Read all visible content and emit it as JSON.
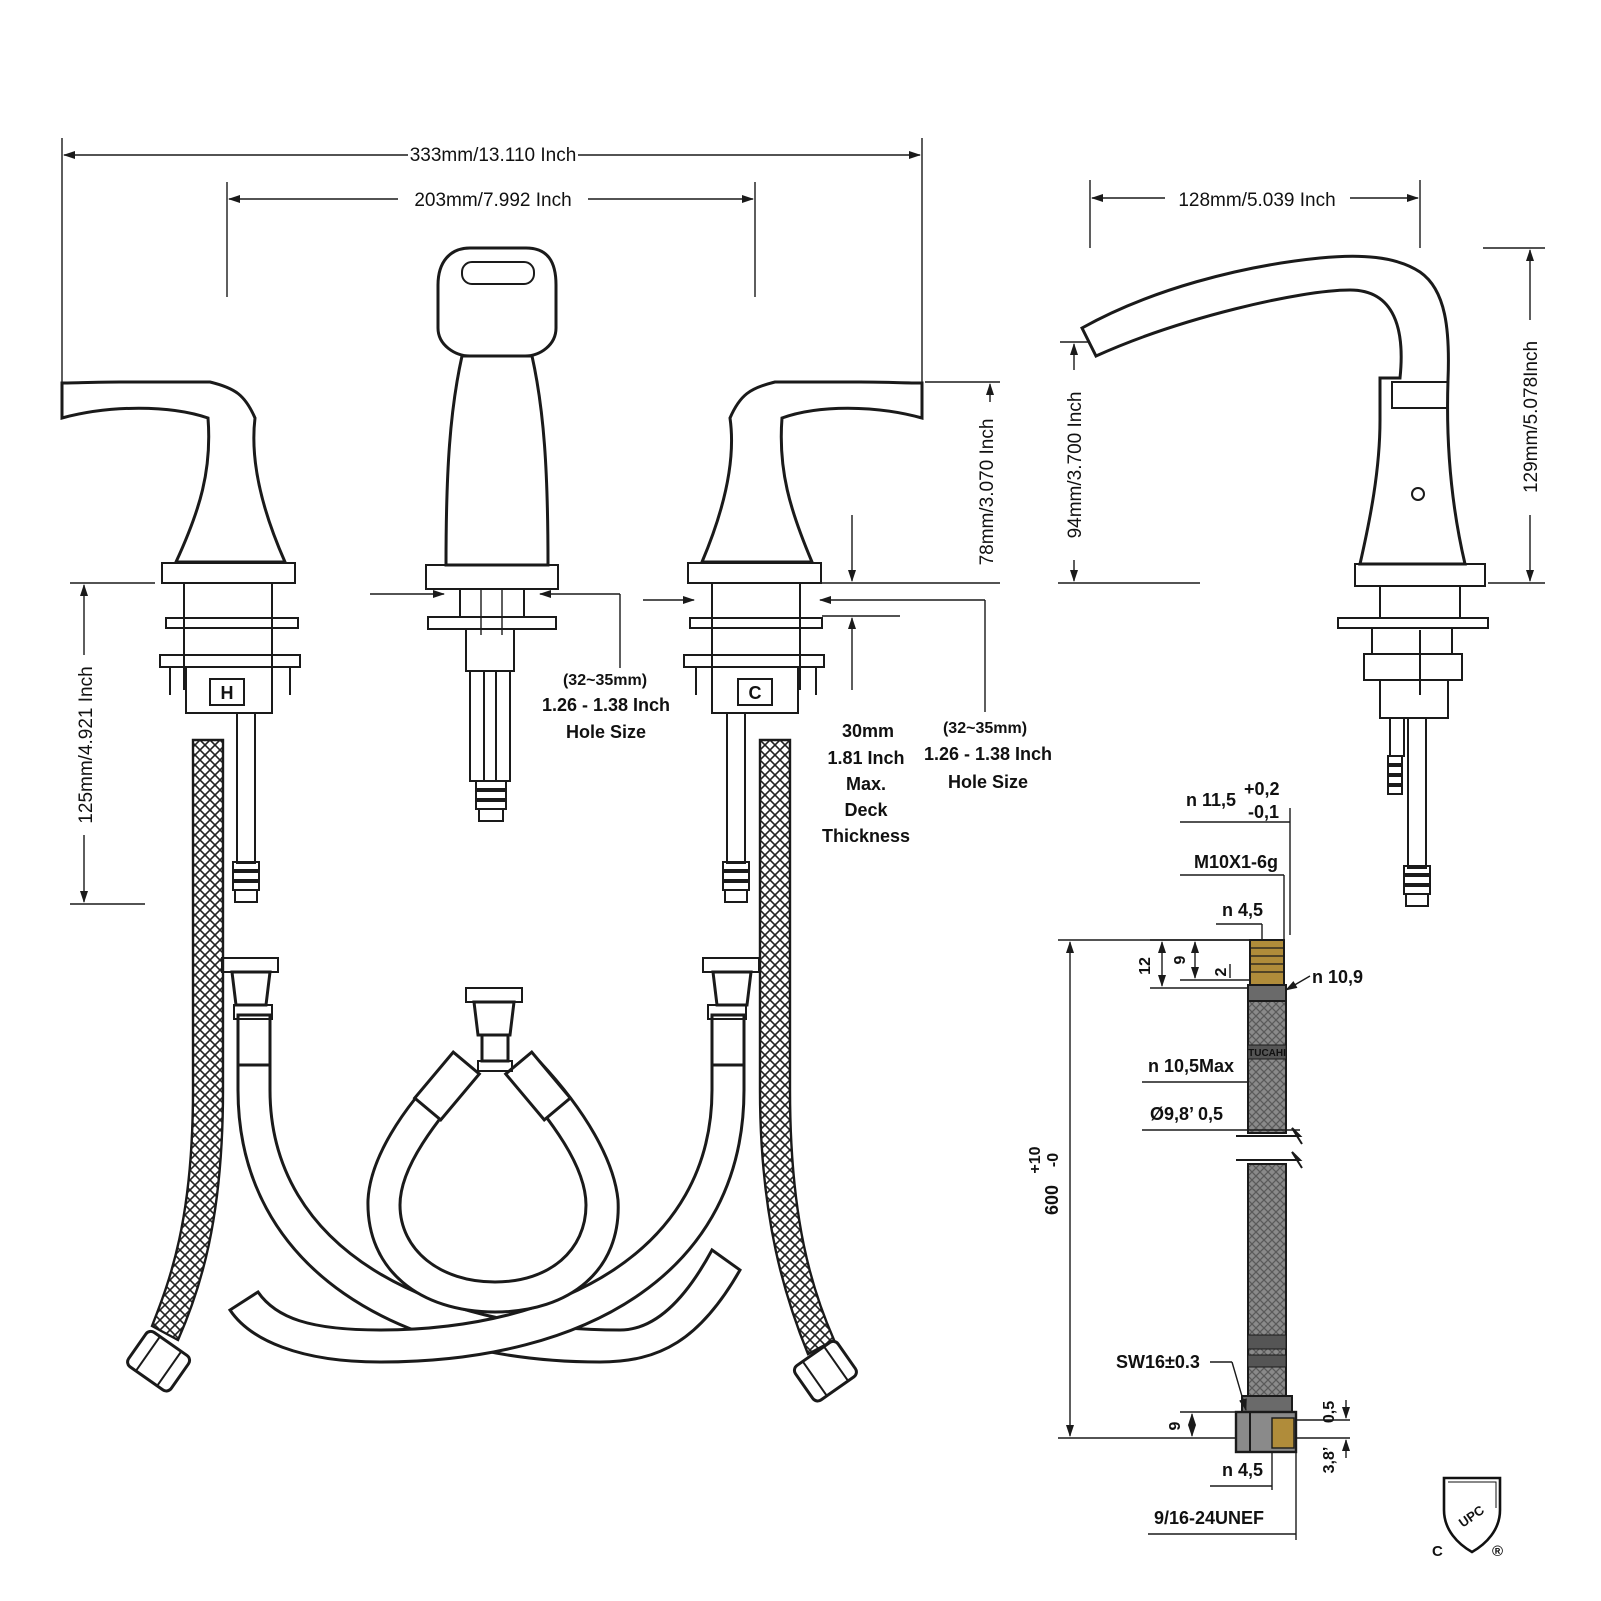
{
  "dimensions": {
    "overall_width": "333mm/13.110 Inch",
    "spread_width": "203mm/7.992 Inch",
    "spout_reach": "128mm/5.039 Inch",
    "handle_height": "78mm/3.070 Inch",
    "spout_outlet_height": "94mm/3.700 Inch",
    "spout_total_height": "129mm/5.078Inch",
    "shank_length": "125mm/4.921 Inch"
  },
  "hole_size_center": {
    "mm": "(32~35mm)",
    "inch": "1.26 - 1.38 Inch",
    "label": "Hole Size"
  },
  "hole_size_right": {
    "mm": "(32~35mm)",
    "inch": "1.26 - 1.38 Inch",
    "label": "Hole Size"
  },
  "deck": {
    "mm": "30mm",
    "inch": "1.81 Inch",
    "line1": "Max.",
    "line2": "Deck",
    "line3": "Thickness"
  },
  "valve_labels": {
    "hot": "H",
    "cold": "C"
  },
  "hose": {
    "n_11_5": "n 11,5",
    "tol_plus": "+0,2",
    "tol_minus": "-0,1",
    "thread": "M10X1-6g",
    "n_4_5_top": "n 4,5",
    "d12": "12",
    "d9_top": "9",
    "d2": "2",
    "n_10_9": "n 10,9",
    "brand": "TUCAHI",
    "n_10_5": "n 10,5Max",
    "phi": "Ø9,8’ 0,5",
    "length": "600",
    "length_tol_plus": "+10",
    "length_tol_minus": "-0",
    "sw": "SW16±0.3",
    "d9_bottom": "9",
    "d05": "0,5",
    "d38": "3,8’",
    "n_4_5_bottom": "n 4,5",
    "unef": "9/16-24UNEF"
  },
  "cert": {
    "mark": "UPC",
    "c": "C",
    "reg": "®"
  }
}
